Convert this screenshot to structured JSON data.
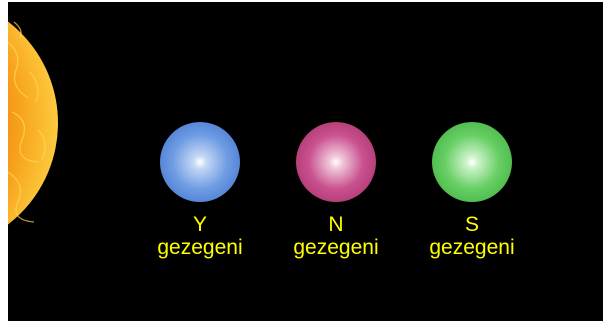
{
  "colors": {
    "background": "#000000",
    "label_text": "#ffff00",
    "sun": "#f7a21b"
  },
  "sun": {
    "icon": "sun-icon"
  },
  "planets": [
    {
      "letter": "Y",
      "word": "gezegeni",
      "color": "#4f86d9"
    },
    {
      "letter": "N",
      "word": "gezegeni",
      "color": "#b83a78"
    },
    {
      "letter": "S",
      "word": "gezegeni",
      "color": "#4bbf4f"
    }
  ]
}
